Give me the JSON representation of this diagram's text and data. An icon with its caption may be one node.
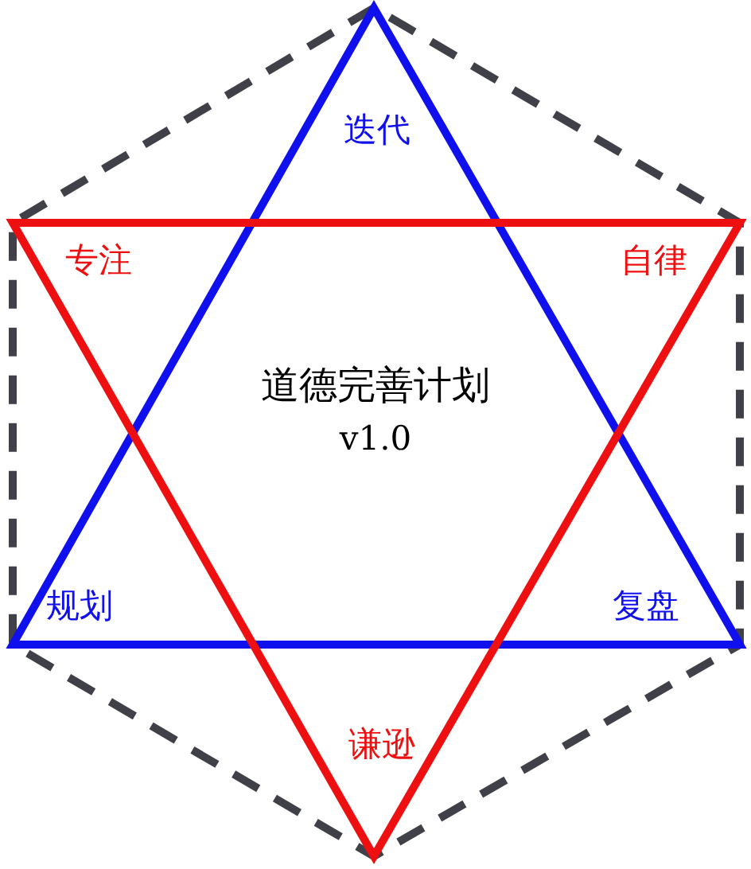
{
  "diagram": {
    "title": "道德完善计划",
    "labels": [
      "迭代",
      "专注",
      "自律",
      "v1.0",
      "规划",
      "复盘",
      "谦逊"
    ]
  }
}
